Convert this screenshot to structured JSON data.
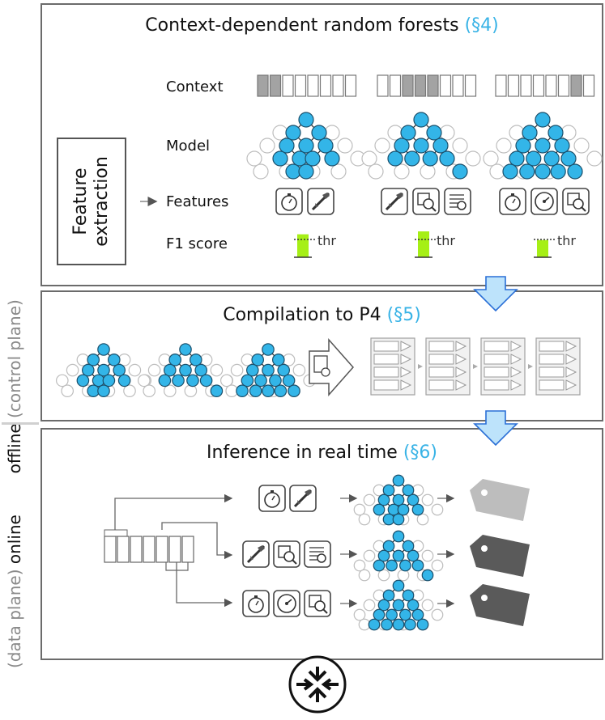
{
  "top_panel": {
    "title": "Context-dependent random forests",
    "title_ref": "(§4)",
    "row_labels": {
      "context": "Context",
      "model": "Model",
      "features": "Features",
      "f1": "F1 score"
    },
    "feature_box": {
      "line1": "Feature",
      "line2": "extraction"
    },
    "thr_label": "thr",
    "groups": [
      {
        "context_filled": [
          0,
          1
        ],
        "icons": [
          "stopwatch-icon",
          "caliper-icon"
        ]
      },
      {
        "context_filled": [
          2,
          3,
          4
        ],
        "icons": [
          "caliper-icon",
          "packet-inspect-icon",
          "table-inspect-icon"
        ]
      },
      {
        "context_filled": [
          6
        ],
        "icons": [
          "stopwatch-icon",
          "gauge-icon",
          "packet-inspect-icon"
        ]
      }
    ],
    "f1_levels": [
      0.85,
      1.0,
      0.55
    ]
  },
  "middle_panel": {
    "title": "Compilation to P4",
    "title_ref": "(§5)"
  },
  "bottom_panel": {
    "title": "Inference in real time",
    "title_ref": "(§6)"
  },
  "side_label": {
    "offline": "offline",
    "control_plane": "(control plane)",
    "data_plane": "(data plane)",
    "online": "online"
  },
  "colors": {
    "accent": "#39b3e6",
    "node_fill": "#33b5e8",
    "f1_bar": "#a6ef16",
    "tag_light": "#bdbdbd",
    "tag_dark": "#5a5a5a"
  }
}
